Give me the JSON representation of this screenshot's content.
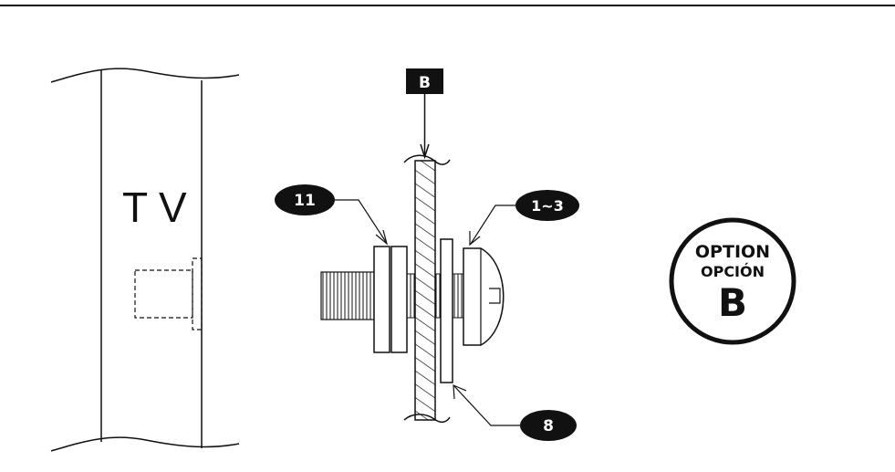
{
  "tv_label": "T V",
  "section_marker": "B",
  "callouts": {
    "washer_stack": "11",
    "screws": "1~3",
    "spacer_washer": "8"
  },
  "option_badge": {
    "line1": "OPTION",
    "line2": "OPCIÓN",
    "letter": "B"
  },
  "colors": {
    "ink": "#111111",
    "background": "#ffffff"
  }
}
